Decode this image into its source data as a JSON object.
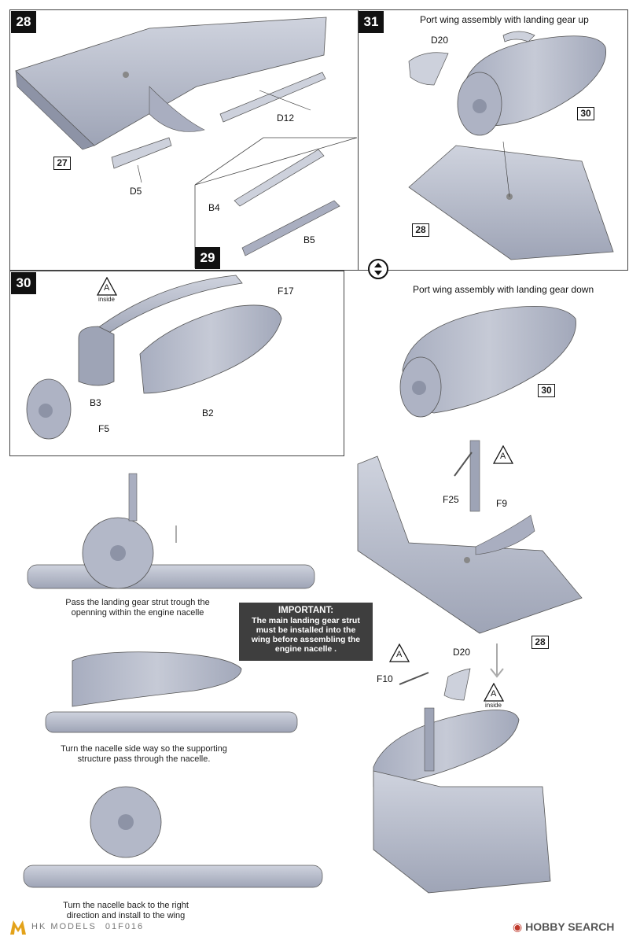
{
  "steps": {
    "s28": "28",
    "s29": "29",
    "s30": "30",
    "s31": "31"
  },
  "parts": {
    "d12": "D12",
    "d5": "D5",
    "d20_top": "D20",
    "b4": "B4",
    "b5": "B5",
    "f17": "F17",
    "b3": "B3",
    "b2": "B2",
    "f5": "F5",
    "f25": "F25",
    "f9": "F9",
    "f10": "F10",
    "d20_bottom": "D20"
  },
  "refs": {
    "r27": "27",
    "r30_top": "30",
    "r28_top": "28",
    "r30_mid": "30",
    "r28_mid": "28"
  },
  "markers": {
    "a": "A",
    "inside": "inside"
  },
  "titles": {
    "gear_up": "Port wing assembly with landing gear up",
    "gear_down": "Port wing assembly with landing gear down"
  },
  "captions": {
    "c1_line1": "Pass the landing gear strut trough the",
    "c1_line2": "openning within the engine nacelle",
    "c2_line1": "Turn the nacelle side way so the supporting",
    "c2_line2": "structure pass through the nacelle.",
    "c3_line1": "Turn the nacelle back to the right",
    "c3_line2": "direction and install to the wing"
  },
  "notice": {
    "title": "IMPORTANT:",
    "line1": "The main landing gear strut",
    "line2": "must be installed into the",
    "line3": "wing before assembling the",
    "line4": "engine nacelle ."
  },
  "footer": {
    "brand": "HK MODELS",
    "code": "01F016",
    "watermark": "HOBBY SEARCH"
  },
  "colors": {
    "part_fill": "#b7bccb",
    "part_dark": "#8d93a6",
    "notice_bg": "#3e3e3e"
  }
}
